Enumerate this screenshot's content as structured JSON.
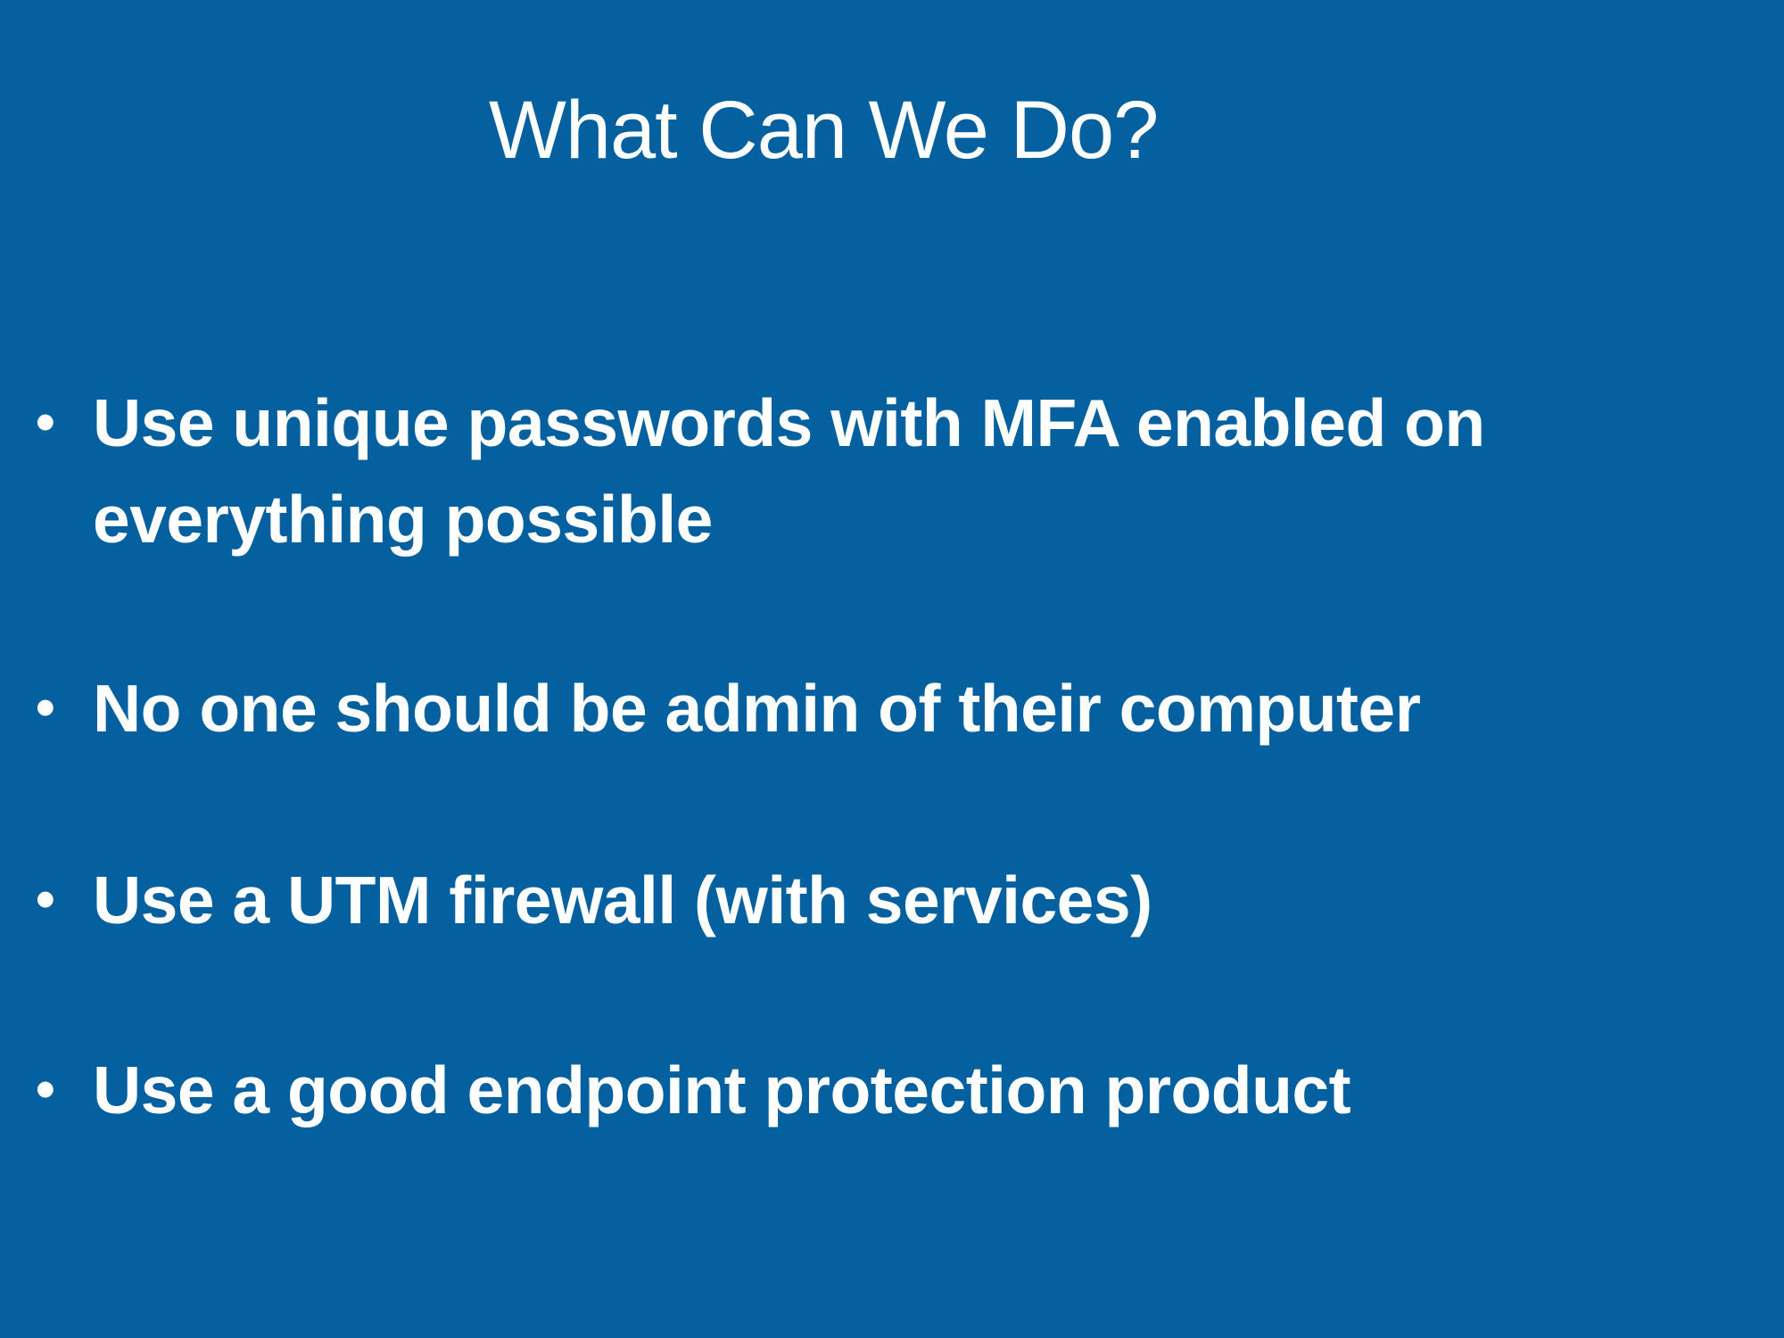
{
  "slide": {
    "title": "What Can We Do?",
    "bullets": [
      {
        "marker": "•",
        "text": "Use unique passwords with MFA enabled on everything possible"
      },
      {
        "marker": "•",
        "text": "No one should be admin of their computer"
      },
      {
        "marker": "•",
        "text": "Use a UTM firewall (with services)"
      },
      {
        "marker": "•",
        "text": "Use a good endpoint protection product"
      }
    ]
  },
  "colors": {
    "background": "#04609e",
    "text": "#ffffff"
  }
}
